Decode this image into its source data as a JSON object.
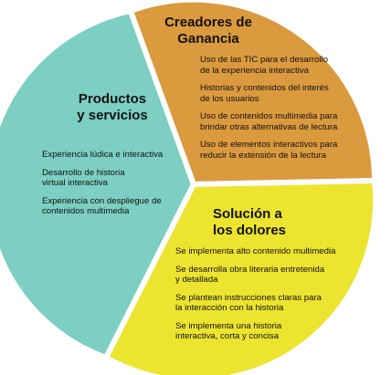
{
  "sections": {
    "productos": {
      "title_lines": [
        "Productos",
        "y servicios"
      ],
      "color": "#7ccfc2",
      "items": [
        "Experiencia lúdica e interactiva",
        "Desarrollo de historia\nvirtual interactiva",
        "Experiencia con despliegue de\ncontenidos multimedia"
      ]
    },
    "creadores": {
      "title_lines": [
        "Creadores de",
        "Ganancia"
      ],
      "color": "#db9a3e",
      "items": [
        "Uso de las TIC para el desarrollo\nde la experiencia interactiva",
        "Historias y contenidos del interés\nde los usuarios",
        "Uso de contenidos multimedia para\nbrindar otras alternativas de lectura",
        "Uso de elementos interactivos para\nreducir la extensión de la lectura"
      ]
    },
    "solucion": {
      "title_lines": [
        "Solución a",
        "los dolores"
      ],
      "color": "#ece42f",
      "items": [
        "Se implementa alto contenido multimedia",
        "Se desarrolla obra literaria entretenida\ny detallada",
        "Se plantean instrucciones claras para\nla interacción con la historia",
        "Se implementa una historia\ninteractiva, corta y concisa"
      ]
    }
  }
}
